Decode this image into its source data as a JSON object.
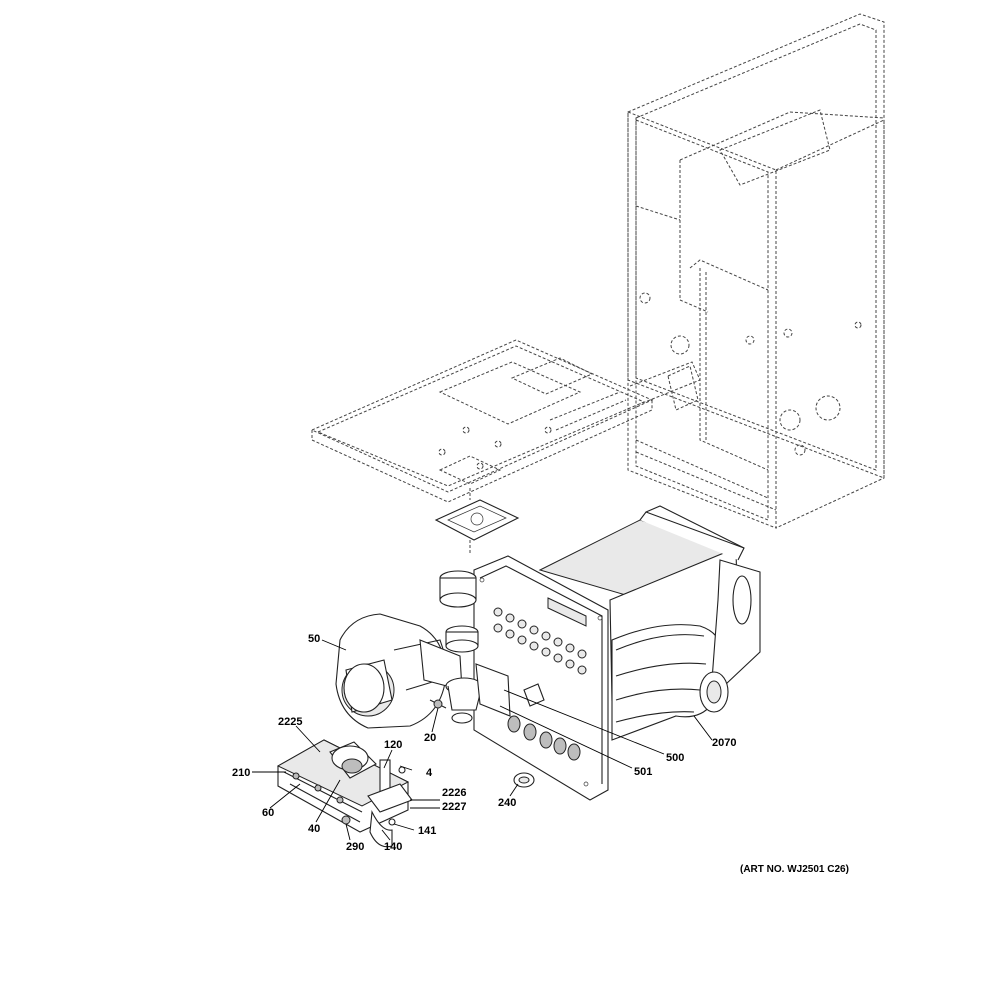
{
  "callouts": {
    "c50": "50",
    "c2225": "2225",
    "c120": "120",
    "c20": "20",
    "c210": "210",
    "c4": "4",
    "c60": "60",
    "c2226": "2226",
    "c2227": "2227",
    "c40": "40",
    "c141": "141",
    "c290": "290",
    "c140": "140",
    "c240": "240",
    "c501": "501",
    "c500": "500",
    "c2070": "2070"
  },
  "art_number": "(ART NO. WJ2501 C26)"
}
